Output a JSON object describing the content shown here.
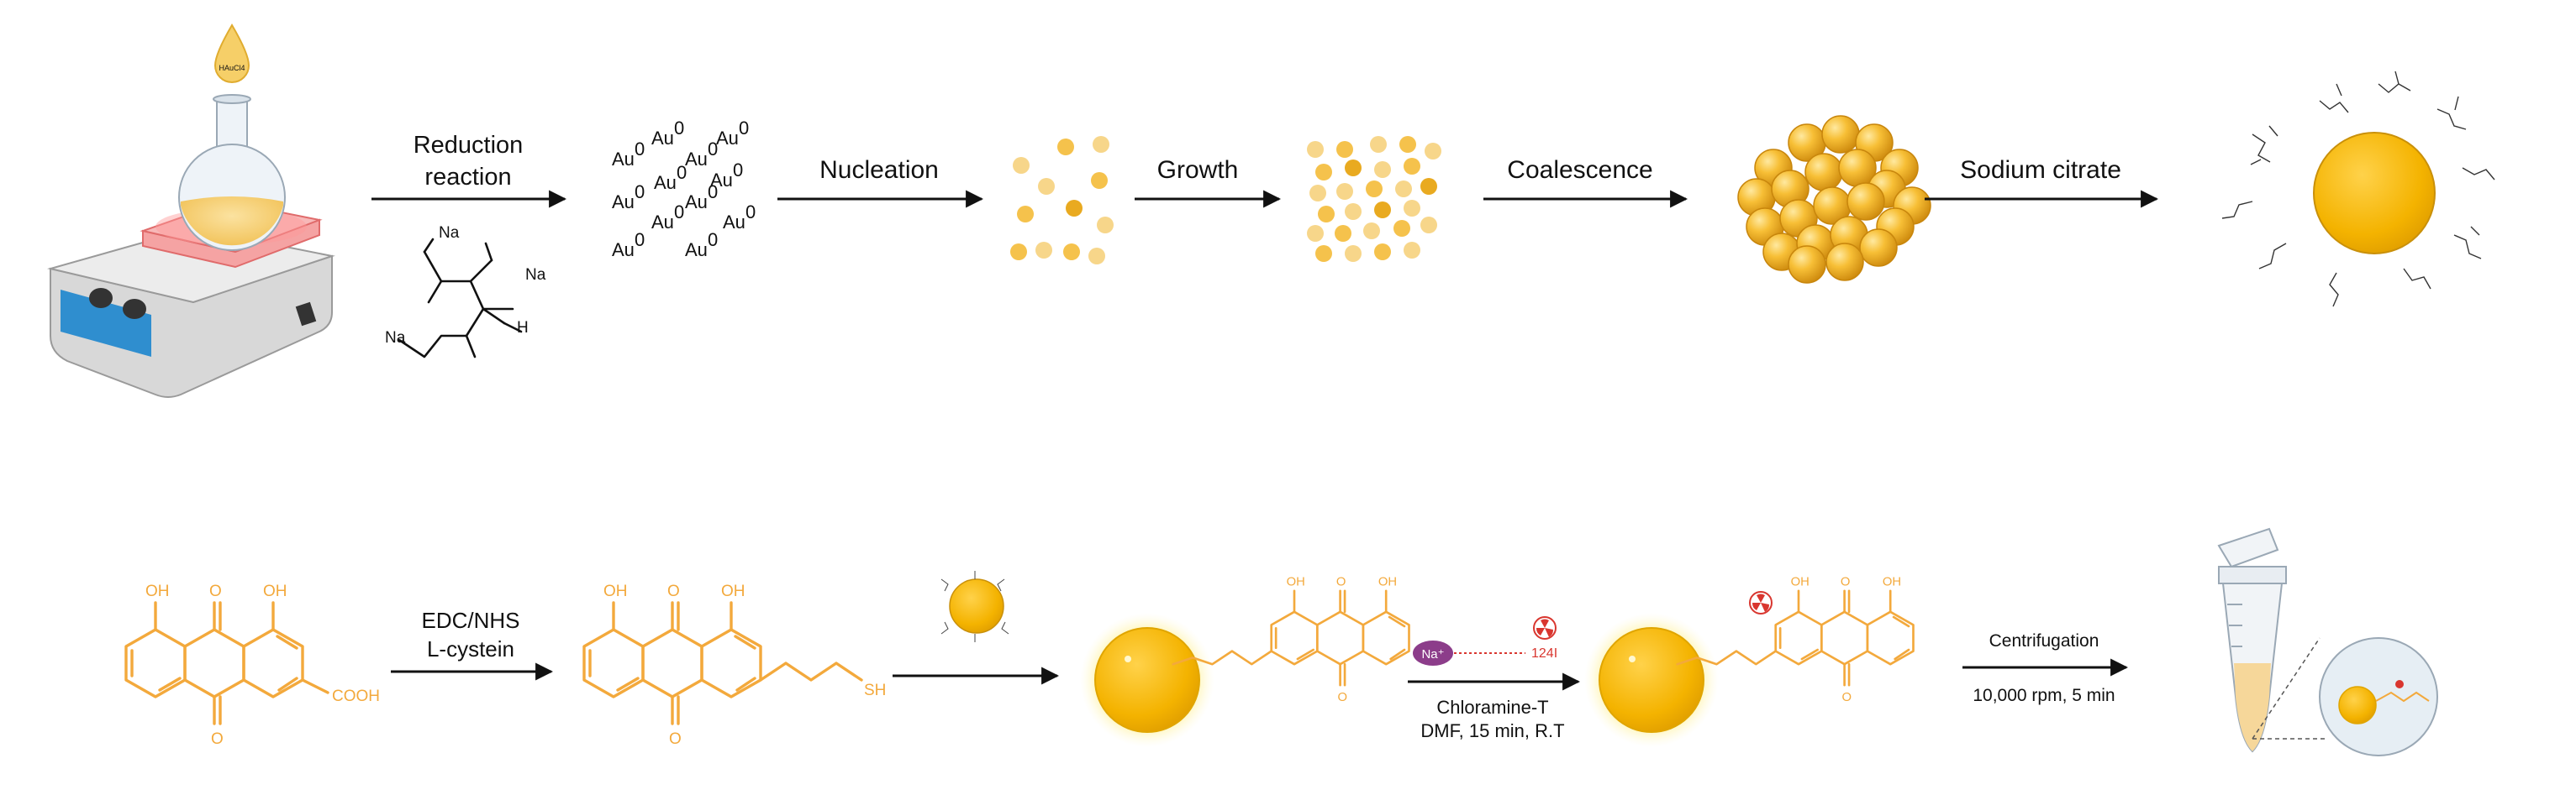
{
  "colors": {
    "gold": "#f5b731",
    "gold_light": "#f9d98a",
    "gold_dark": "#d89412",
    "anthraquinone_orange": "#f3a93c",
    "hotplate_red": "#f08a8a",
    "hotplate_blue": "#2f8ecf",
    "sodium_purple": "#8c3d8a",
    "radiation_red": "#d9362f"
  },
  "step1": {
    "droplet_label": "HAuCl4",
    "arrow_label_line1": "Reduction",
    "arrow_label_line2": "reaction",
    "citrate_na": "Na",
    "citrate_h": "H"
  },
  "au_atom": {
    "symbol": "Au",
    "charge": "0"
  },
  "step2": {
    "arrow_label": "Nucleation"
  },
  "step3": {
    "arrow_label": "Growth"
  },
  "step4": {
    "arrow_label": "Coalescence"
  },
  "step5": {
    "arrow_label": "Sodium citrate"
  },
  "row2": {
    "molecule_atoms": {
      "oxygen_hydroxyl": "OH",
      "oxygen": "O",
      "acid": "COOH",
      "thiol": "SH"
    },
    "edc_label_line1": "EDC/NHS",
    "edc_label_line2": "L-cystein",
    "na_badge": "Na⁺",
    "iodine_label": "124I",
    "chloramine_line1": "Chloramine-T",
    "chloramine_line2": "DMF, 15 min, R.T",
    "centrifuge_line1": "Centrifugation",
    "centrifuge_line2": "10,000 rpm, 5 min"
  }
}
